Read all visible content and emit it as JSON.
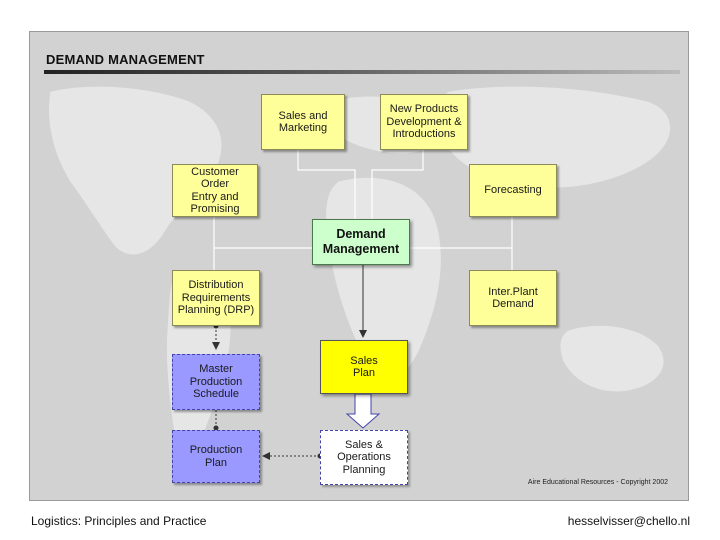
{
  "slide": {
    "title": "DEMAND MANAGEMENT",
    "copyright": "Aire Educational Resources - Copyright 2002"
  },
  "nodes": {
    "sales_marketing": "Sales and\nMarketing",
    "new_products": "New Products\nDevelopment &\nIntroductions",
    "customer_order": "Customer\nOrder\nEntry and\nPromising",
    "forecasting": "Forecasting",
    "demand_management": "Demand\nManagement",
    "drp": "Distribution\nRequirements\nPlanning (DRP)",
    "interplant": "Inter.Plant\nDemand",
    "sales_plan": "Sales\nPlan",
    "mps": "Master\nProduction\nSchedule",
    "production_plan": "Production\nPlan",
    "sop": "Sales &\nOperations\nPlanning"
  },
  "footer": {
    "left": "Logistics: Principles and Practice",
    "right": "hesselvisser@chello.nl"
  },
  "colors": {
    "input_box": "#ffff99",
    "central_box": "#ccffcc",
    "sales_plan": "#ffff00",
    "production_box": "#9999ff",
    "sop_box": "#ffffff"
  }
}
